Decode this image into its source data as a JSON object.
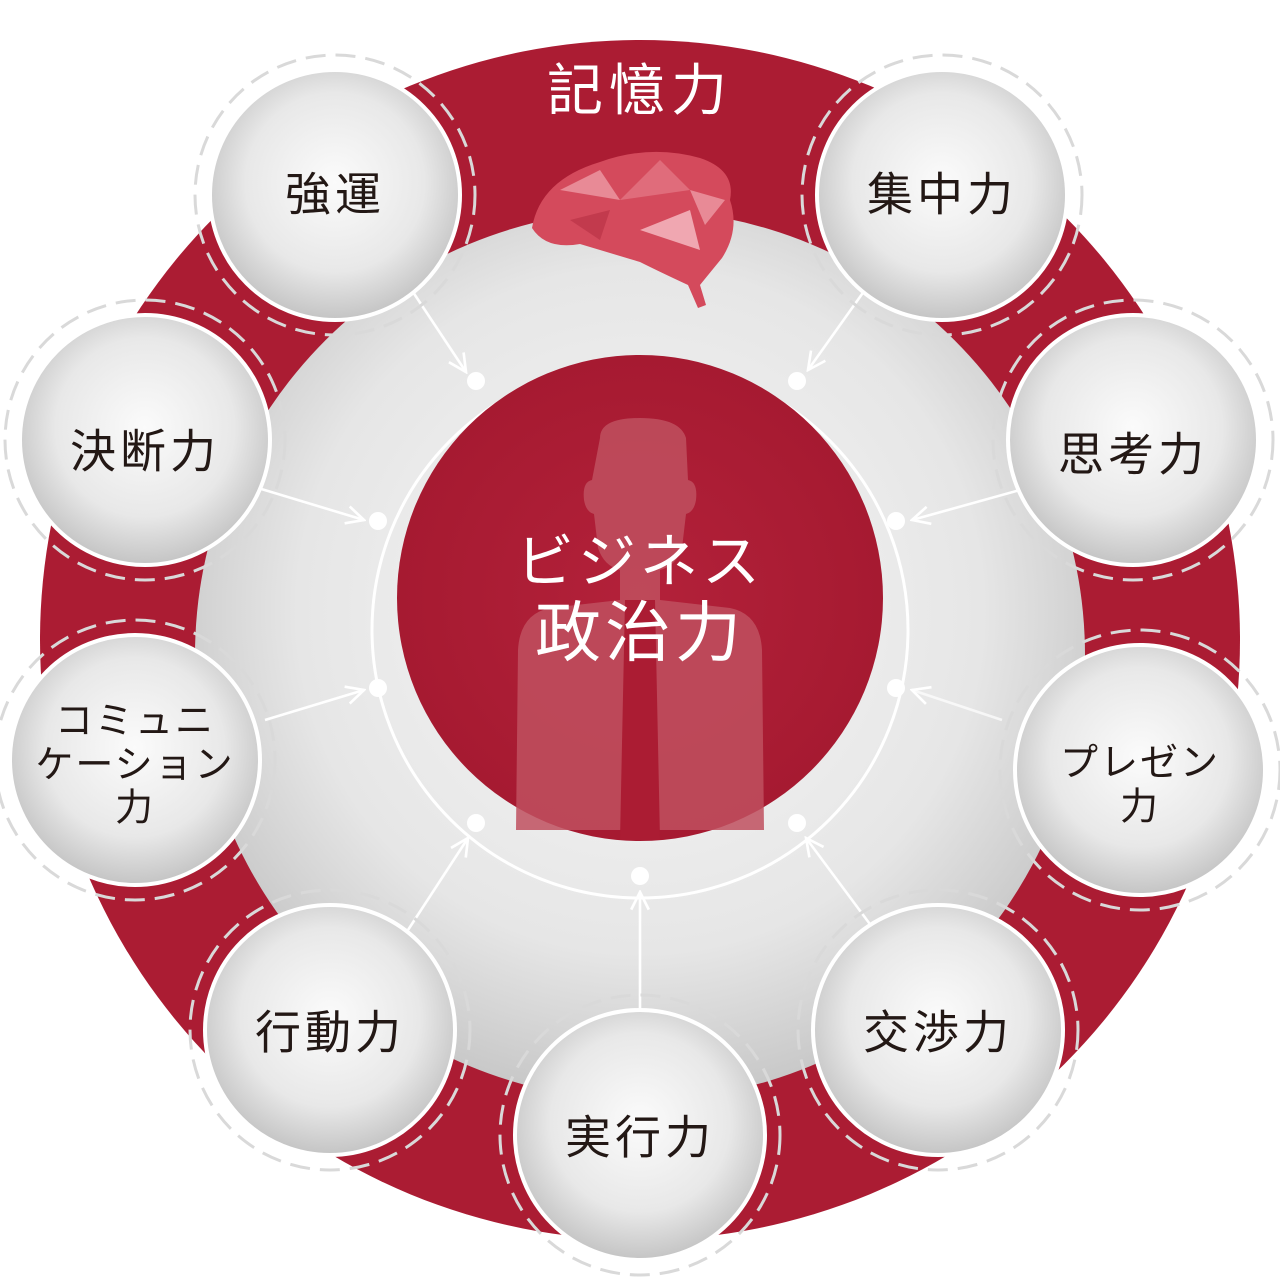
{
  "diagram": {
    "center": {
      "line1": "ビジネス",
      "line2": "政治力",
      "icon": "businessperson-silhouette-icon"
    },
    "top_feature": {
      "label": "記憶力",
      "icon": "low-poly-brain-icon"
    },
    "satellites": [
      {
        "id": "kyoun",
        "lines": [
          "強運"
        ]
      },
      {
        "id": "shuchuryoku",
        "lines": [
          "集中力"
        ]
      },
      {
        "id": "ketsudanryoku",
        "lines": [
          "決断力"
        ]
      },
      {
        "id": "shikoryoku",
        "lines": [
          "思考力"
        ]
      },
      {
        "id": "communication",
        "lines": [
          "コミュニ",
          "ケーション",
          "力"
        ]
      },
      {
        "id": "presen",
        "lines": [
          "プレゼン",
          "力"
        ]
      },
      {
        "id": "kodoryoku",
        "lines": [
          "行動力"
        ]
      },
      {
        "id": "koshoryoku",
        "lines": [
          "交渉力"
        ]
      },
      {
        "id": "jikkoryoku",
        "lines": [
          "実行力"
        ]
      }
    ],
    "colors": {
      "primary_red": "#ab1c33",
      "silhouette": "#c0505f",
      "brain": "#d44a5c",
      "sphere_light": "#f4f4f4",
      "sphere_dark": "#c9c9c9",
      "text_dark": "#231815",
      "text_light": "#ffffff"
    }
  }
}
